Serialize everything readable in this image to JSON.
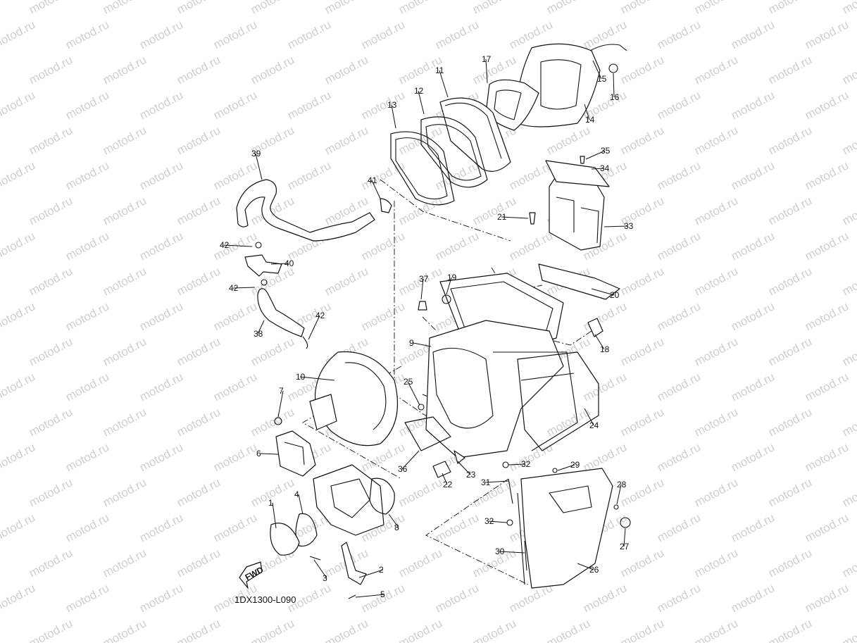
{
  "watermark": "motod.ru",
  "diagram_code": "1DX1300-L090",
  "fwd_label": "FWD",
  "callouts": [
    "1",
    "2",
    "3",
    "4",
    "5",
    "6",
    "7",
    "8",
    "9",
    "10",
    "11",
    "12",
    "13",
    "14",
    "15",
    "16",
    "17",
    "18",
    "19",
    "20",
    "21",
    "22",
    "23",
    "24",
    "25",
    "26",
    "27",
    "28",
    "29",
    "30",
    "31",
    "32",
    "33",
    "34",
    "35",
    "36",
    "37",
    "38",
    "39",
    "40",
    "41",
    "42"
  ]
}
